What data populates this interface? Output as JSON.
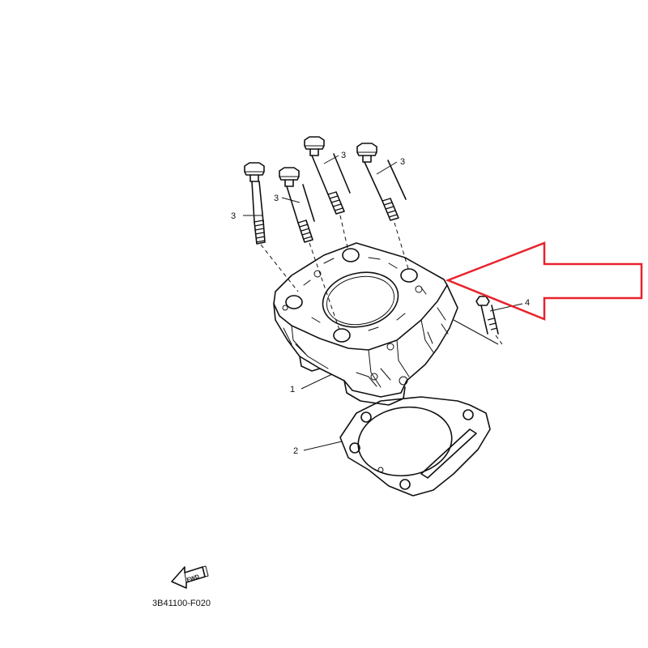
{
  "diagram": {
    "callouts": {
      "cylinder": "1",
      "gasket": "2",
      "bolt_1": "3",
      "bolt_2": "3",
      "bolt_3": "3",
      "bolt_4": "3",
      "dowel_bolt": "4"
    },
    "drawing_code": "3B41100-F020",
    "fwd_label": "FWD",
    "highlight_arrow_color": "#e8222b",
    "ink_color": "#111111"
  }
}
